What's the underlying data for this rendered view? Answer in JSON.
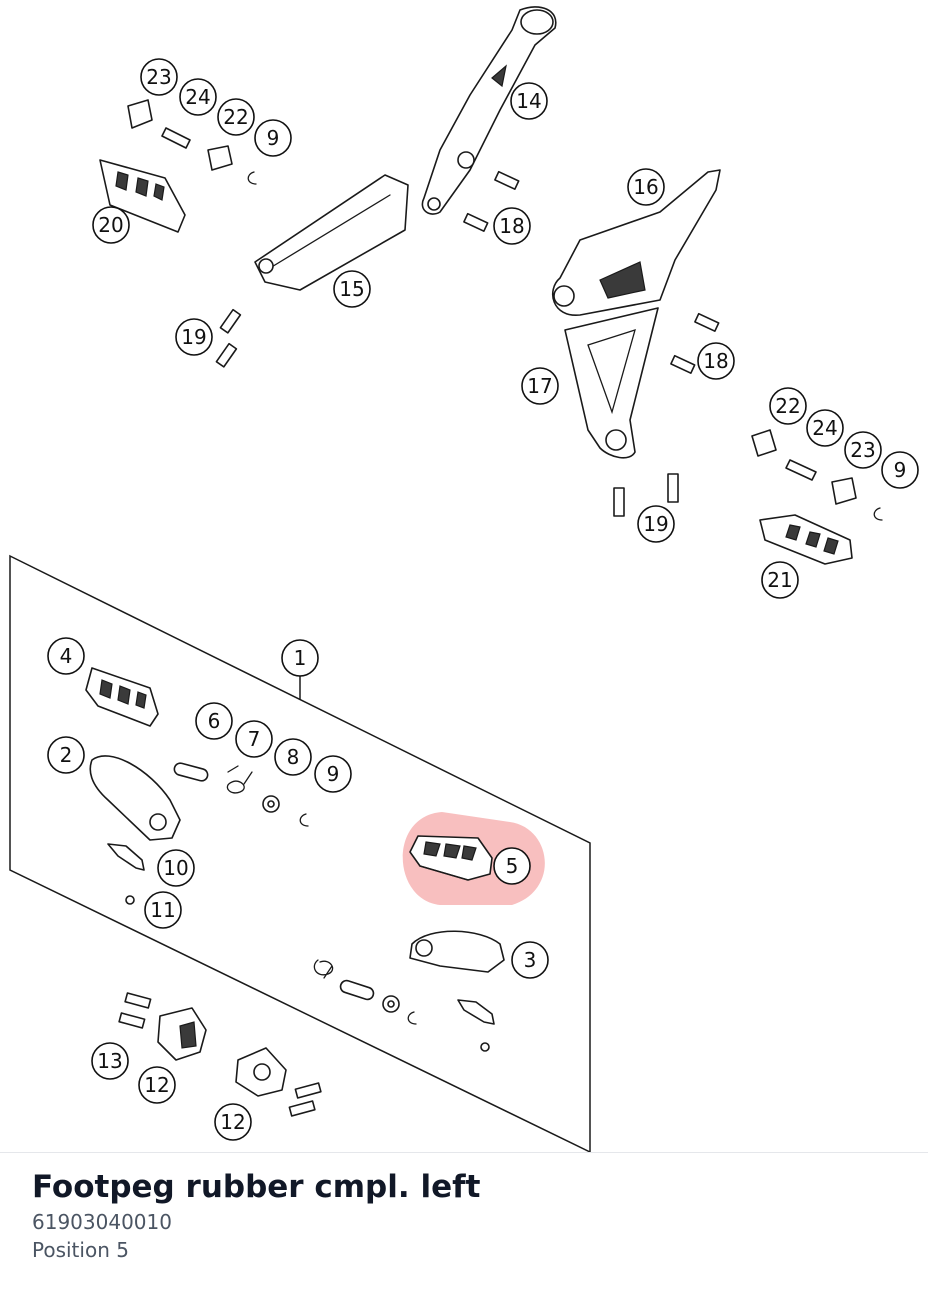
{
  "diagram": {
    "callouts": [
      "1",
      "2",
      "3",
      "4",
      "5",
      "6",
      "7",
      "8",
      "9",
      "9",
      "9",
      "10",
      "11",
      "12",
      "12",
      "13",
      "14",
      "15",
      "16",
      "17",
      "18",
      "18",
      "19",
      "19",
      "20",
      "21",
      "22",
      "22",
      "23",
      "23",
      "24",
      "24"
    ],
    "highlighted_position": "5",
    "highlight_color": "#f28b8b"
  },
  "detail": {
    "title": "Footpeg rubber cmpl. left",
    "part_number": "61903040010",
    "position": "Position 5"
  }
}
